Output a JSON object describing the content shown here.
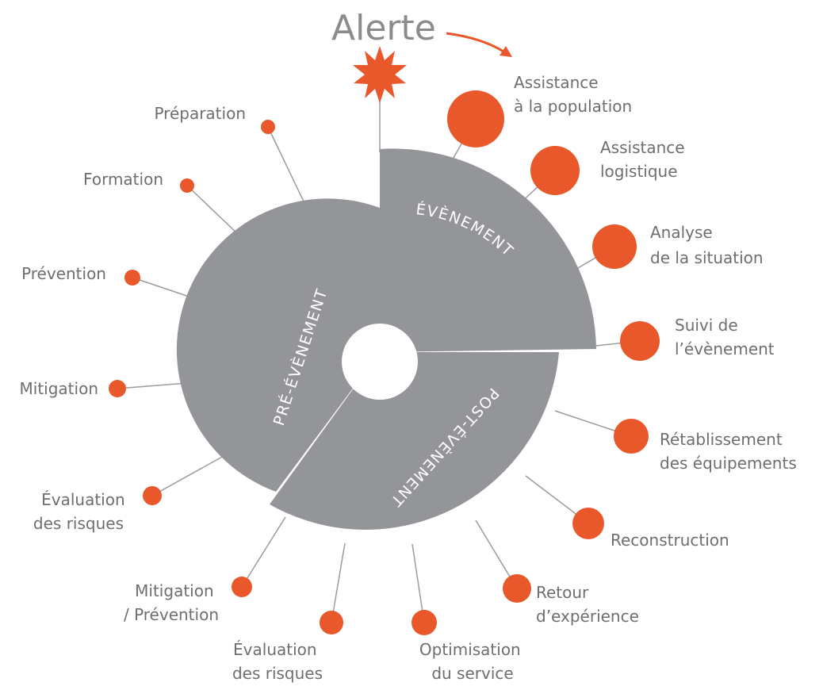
{
  "title": "Alerte",
  "colors": {
    "accent": "#e8582a",
    "ring": "#939598",
    "line": "#9a9b9d",
    "text": "#6d6e71",
    "title": "#8a8b8d"
  },
  "segments": {
    "pre": "PRÉ-ÉVÈNEMENT",
    "event": "ÉVÈNEMENT",
    "post": "POST-ÉVÈNEMENT"
  },
  "nodes": {
    "preparation": {
      "lines": [
        "Préparation"
      ]
    },
    "formation": {
      "lines": [
        "Formation"
      ]
    },
    "prevention": {
      "lines": [
        "Prévention"
      ]
    },
    "mitigation": {
      "lines": [
        "Mitigation"
      ]
    },
    "eval_risques_1": {
      "lines": [
        "Évaluation",
        "des risques"
      ]
    },
    "mitigation_prev": {
      "lines": [
        "Mitigation",
        "/ Prévention"
      ]
    },
    "eval_risques_2": {
      "lines": [
        "Évaluation",
        "des risques"
      ]
    },
    "optimisation": {
      "lines": [
        "Optimisation",
        "du service"
      ]
    },
    "retour": {
      "lines": [
        "Retour",
        "d’expérience"
      ]
    },
    "reconstruction": {
      "lines": [
        "Reconstruction"
      ]
    },
    "retablissement": {
      "lines": [
        "Rétablissement",
        "des équipements"
      ]
    },
    "suivi": {
      "lines": [
        "Suivi de",
        "l’évènement"
      ]
    },
    "analyse": {
      "lines": [
        "Analyse",
        "de la situation"
      ]
    },
    "assist_logistique": {
      "lines": [
        "Assistance",
        "logistique"
      ]
    },
    "assist_population": {
      "lines": [
        "Assistance",
        "à la population"
      ]
    }
  }
}
